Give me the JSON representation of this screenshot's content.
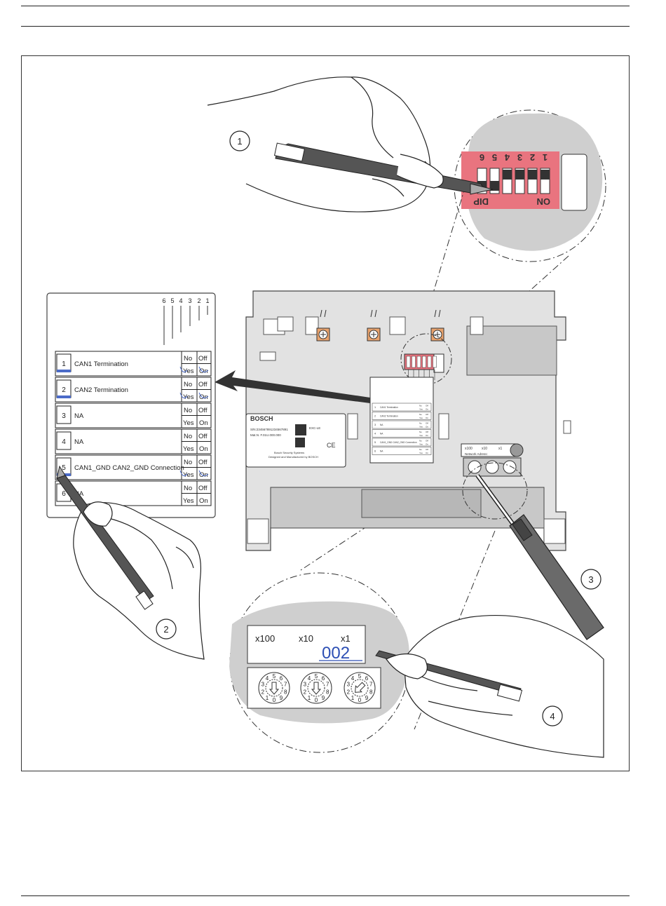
{
  "callouts": [
    "1",
    "2",
    "3",
    "4"
  ],
  "dip_switch": {
    "positions_top": [
      "6",
      "5",
      "4",
      "3",
      "2",
      "1"
    ],
    "positions_zoom": [
      "6",
      "5",
      "4",
      "3",
      "2",
      "1"
    ],
    "dip_label": "DIP",
    "on_label": "ON",
    "accent_color": "#e9747f"
  },
  "settings_table": {
    "rows": [
      {
        "num": "1",
        "label": "CAN1 Termination",
        "no": "No",
        "yes": "Yes",
        "off": "Off",
        "on": "On"
      },
      {
        "num": "2",
        "label": "CAN2 Termination",
        "no": "No",
        "yes": "Yes",
        "off": "Off",
        "on": "On"
      },
      {
        "num": "3",
        "label": "NA",
        "no": "No",
        "yes": "Yes",
        "off": "Off",
        "on": "On"
      },
      {
        "num": "4",
        "label": "NA",
        "no": "No",
        "yes": "Yes",
        "off": "Off",
        "on": "On"
      },
      {
        "num": "5",
        "label": "CAN1_GND CAN2_GND Connection",
        "no": "No",
        "yes": "Yes",
        "off": "Off",
        "on": "On"
      },
      {
        "num": "6",
        "label": "NA",
        "no": "No",
        "yes": "Yes",
        "off": "Off",
        "on": "On"
      }
    ]
  },
  "device": {
    "brand": "BOSCH",
    "serial": "S/N:234567891234567891",
    "mat_no": "Mat.N. F.01U.000.000",
    "product": "EXC-LE",
    "line1": "Bosch Security Systems",
    "line2": "Designed and Manufactured by BOSCH",
    "ce": "CE",
    "address_label": "Network Adress:",
    "rotary_small": [
      "x100",
      "x10",
      "x1"
    ]
  },
  "rotary": {
    "labels": [
      "x100",
      "x10",
      "x1"
    ],
    "address_value": "002",
    "digits": [
      "0",
      "1",
      "2",
      "3",
      "4",
      "5",
      "6",
      "7",
      "8",
      "9"
    ]
  }
}
